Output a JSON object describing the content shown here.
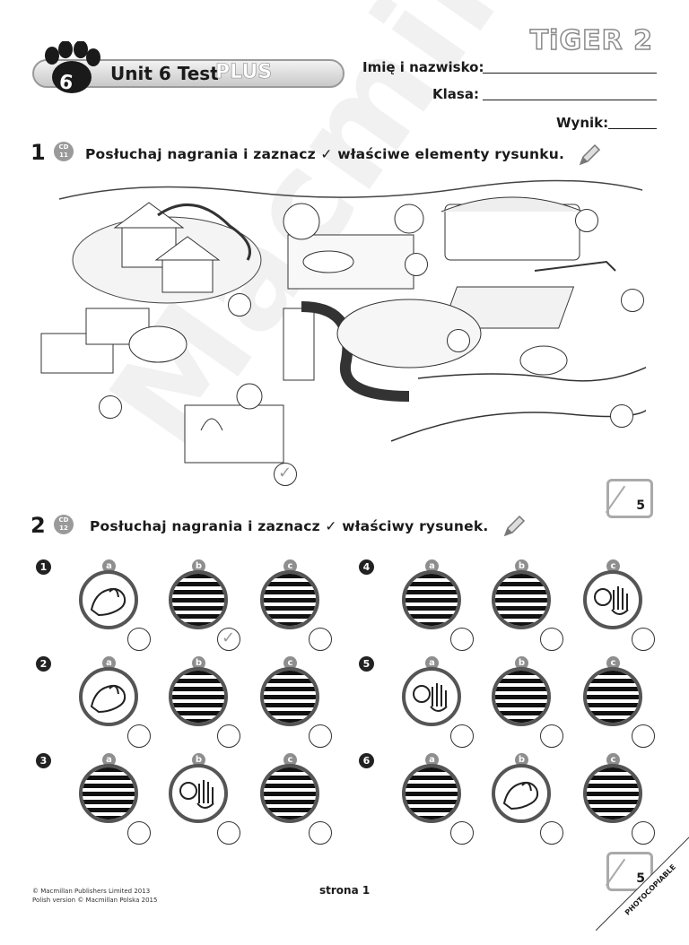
{
  "brand": "TiGER 2",
  "unit": {
    "number": "6",
    "title": "Unit 6 Test",
    "plus": "PLUS"
  },
  "form": {
    "name_label": "Imię i nazwisko:",
    "class_label": "Klasa:",
    "score_label": "Wynik:"
  },
  "exercise1": {
    "number": "1",
    "cd_label": "CD",
    "cd_track": "11",
    "instruction": "Posłuchaj nagrania i zaznacz ✓ właściwe elementy rysunku.",
    "score": "5"
  },
  "exercise2": {
    "number": "2",
    "cd_label": "CD",
    "cd_track": "12",
    "instruction": "Posłuchaj nagrania i zaznacz ✓ właściwy rysunek.",
    "score": "5",
    "items": [
      {
        "n": "1",
        "options": [
          {
            "l": "a",
            "scene": "hand"
          },
          {
            "l": "b",
            "scene": "boy"
          },
          {
            "l": "c",
            "scene": "slide"
          }
        ]
      },
      {
        "n": "2",
        "options": [
          {
            "l": "a",
            "scene": "hand"
          },
          {
            "l": "b",
            "scene": "slide"
          },
          {
            "l": "c",
            "scene": "boy"
          }
        ]
      },
      {
        "n": "3",
        "options": [
          {
            "l": "a",
            "scene": "boy"
          },
          {
            "l": "b",
            "scene": "wave"
          },
          {
            "l": "c",
            "scene": "feet"
          }
        ]
      },
      {
        "n": "4",
        "options": [
          {
            "l": "a",
            "scene": "feet"
          },
          {
            "l": "b",
            "scene": "boy"
          },
          {
            "l": "c",
            "scene": "wave"
          }
        ]
      },
      {
        "n": "5",
        "options": [
          {
            "l": "a",
            "scene": "wave"
          },
          {
            "l": "b",
            "scene": "feet"
          },
          {
            "l": "c",
            "scene": "boy"
          }
        ]
      },
      {
        "n": "6",
        "options": [
          {
            "l": "a",
            "scene": "boy"
          },
          {
            "l": "b",
            "scene": "hand"
          },
          {
            "l": "c",
            "scene": "slide"
          }
        ]
      }
    ]
  },
  "check_mark": "✓",
  "footer": {
    "copyright1": "© Macmillan Publishers Limited 2013",
    "copyright2": "Polish version © Macmillan Polska 2015",
    "page": "strona 1",
    "photocopiable": "PHOTOCOPIABLE"
  },
  "watermark": "Macmillan",
  "icons": {
    "paw": "paw-icon",
    "cd": "cd-icon",
    "pencil": "pencil-icon"
  }
}
